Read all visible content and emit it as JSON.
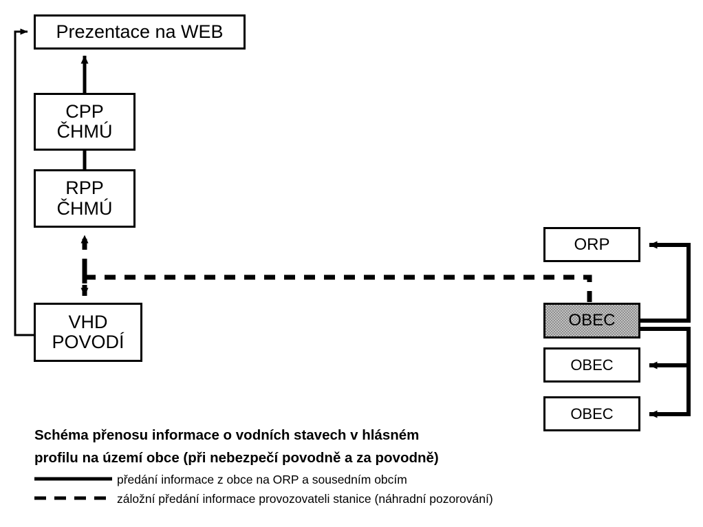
{
  "diagram": {
    "title_caption": {
      "line1": "Schéma přenosu informace o vodních stavech v hlásném",
      "line2": "profilu na území obce (při nebezpečí povodně a za povodně)"
    },
    "nodes": {
      "prezentace": {
        "line1": "Prezentace na WEB",
        "line2": ""
      },
      "cpp": {
        "line1": "CPP",
        "line2": "ČHMÚ"
      },
      "rpp": {
        "line1": "RPP",
        "line2": "ČHMÚ"
      },
      "vhd": {
        "line1": "VHD",
        "line2": "POVODÍ"
      },
      "orp": {
        "line1": "ORP",
        "line2": ""
      },
      "obec1": {
        "line1": "OBEC",
        "line2": ""
      },
      "obec2": {
        "line1": "OBEC",
        "line2": ""
      },
      "obec3": {
        "line1": "OBEC",
        "line2": ""
      }
    },
    "legend": {
      "solid_label": "předání informace z obce na ORP a sousedním obcím",
      "dashed_label": "záložní předání informace provozovateli stanice (náhradní pozorování)"
    },
    "colors": {
      "stroke": "#000000",
      "background": "#ffffff",
      "highlight_fill": "#c2c2c2"
    }
  }
}
